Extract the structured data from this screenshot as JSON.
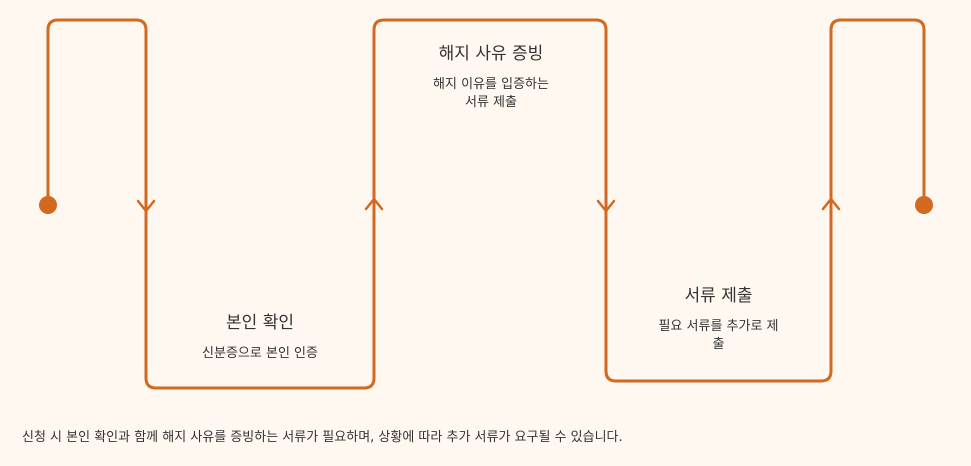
{
  "colors": {
    "accent": "#d2691e",
    "background": "#fff8f1",
    "text": "#333333"
  },
  "steps": [
    {
      "title": "본인 확인",
      "desc": "신분증으로 본인 인증"
    },
    {
      "title": "해지 사유 증빙",
      "desc_lines": [
        "해지 이유를 입증하는",
        "서류 제출"
      ]
    },
    {
      "title": "서류 제출",
      "desc_lines": [
        "필요 서류를 추가로 제",
        "출"
      ]
    }
  ],
  "caption": "신청 시 본인 확인과 함께 해지 사유를 증빙하는 서류가 필요하며, 상황에 따라 추가 서류가 요구될 수 있습니다."
}
